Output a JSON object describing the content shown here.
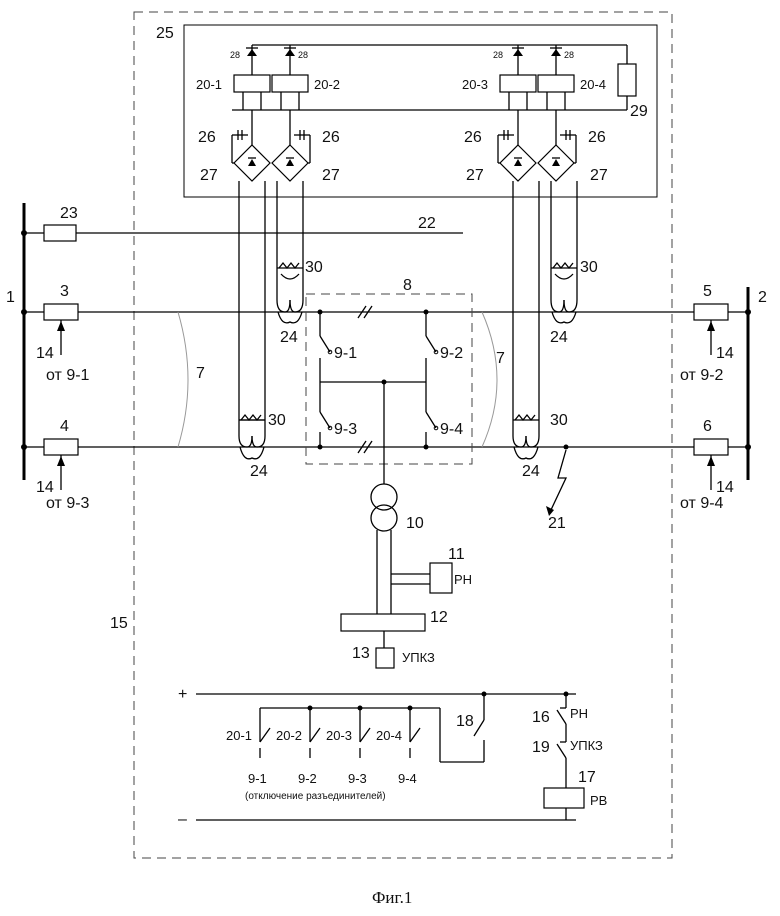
{
  "labels": {
    "n1": "1",
    "n2": "2",
    "n3": "3",
    "n4": "4",
    "n5": "5",
    "n6": "6",
    "n7": "7",
    "n8": "8",
    "n10": "10",
    "n11": "11",
    "n12": "12",
    "n13": "13",
    "n14": "14",
    "n15": "15",
    "n16": "16",
    "n17": "17",
    "n18": "18",
    "n19": "19",
    "n21": "21",
    "n22": "22",
    "n23": "23",
    "n24": "24",
    "n25": "25",
    "n26": "26",
    "n27": "27",
    "n28": "28",
    "n29": "29",
    "n30": "30",
    "r20_1": "20-1",
    "r20_2": "20-2",
    "r20_3": "20-3",
    "r20_4": "20-4",
    "from_9_1": "от 9-1",
    "from_9_2": "от 9-2",
    "from_9_3": "от 9-3",
    "from_9_4": "от 9-4",
    "s9_1": "9-1",
    "s9_2": "9-2",
    "s9_3": "9-3",
    "s9_4": "9-4",
    "rn": "РН",
    "upkz": "УПКЗ",
    "rv": "РВ",
    "plus": "+",
    "minus": "–",
    "disconnect_note": "(отключение разъединителей)",
    "caption": "Фиг.1"
  }
}
